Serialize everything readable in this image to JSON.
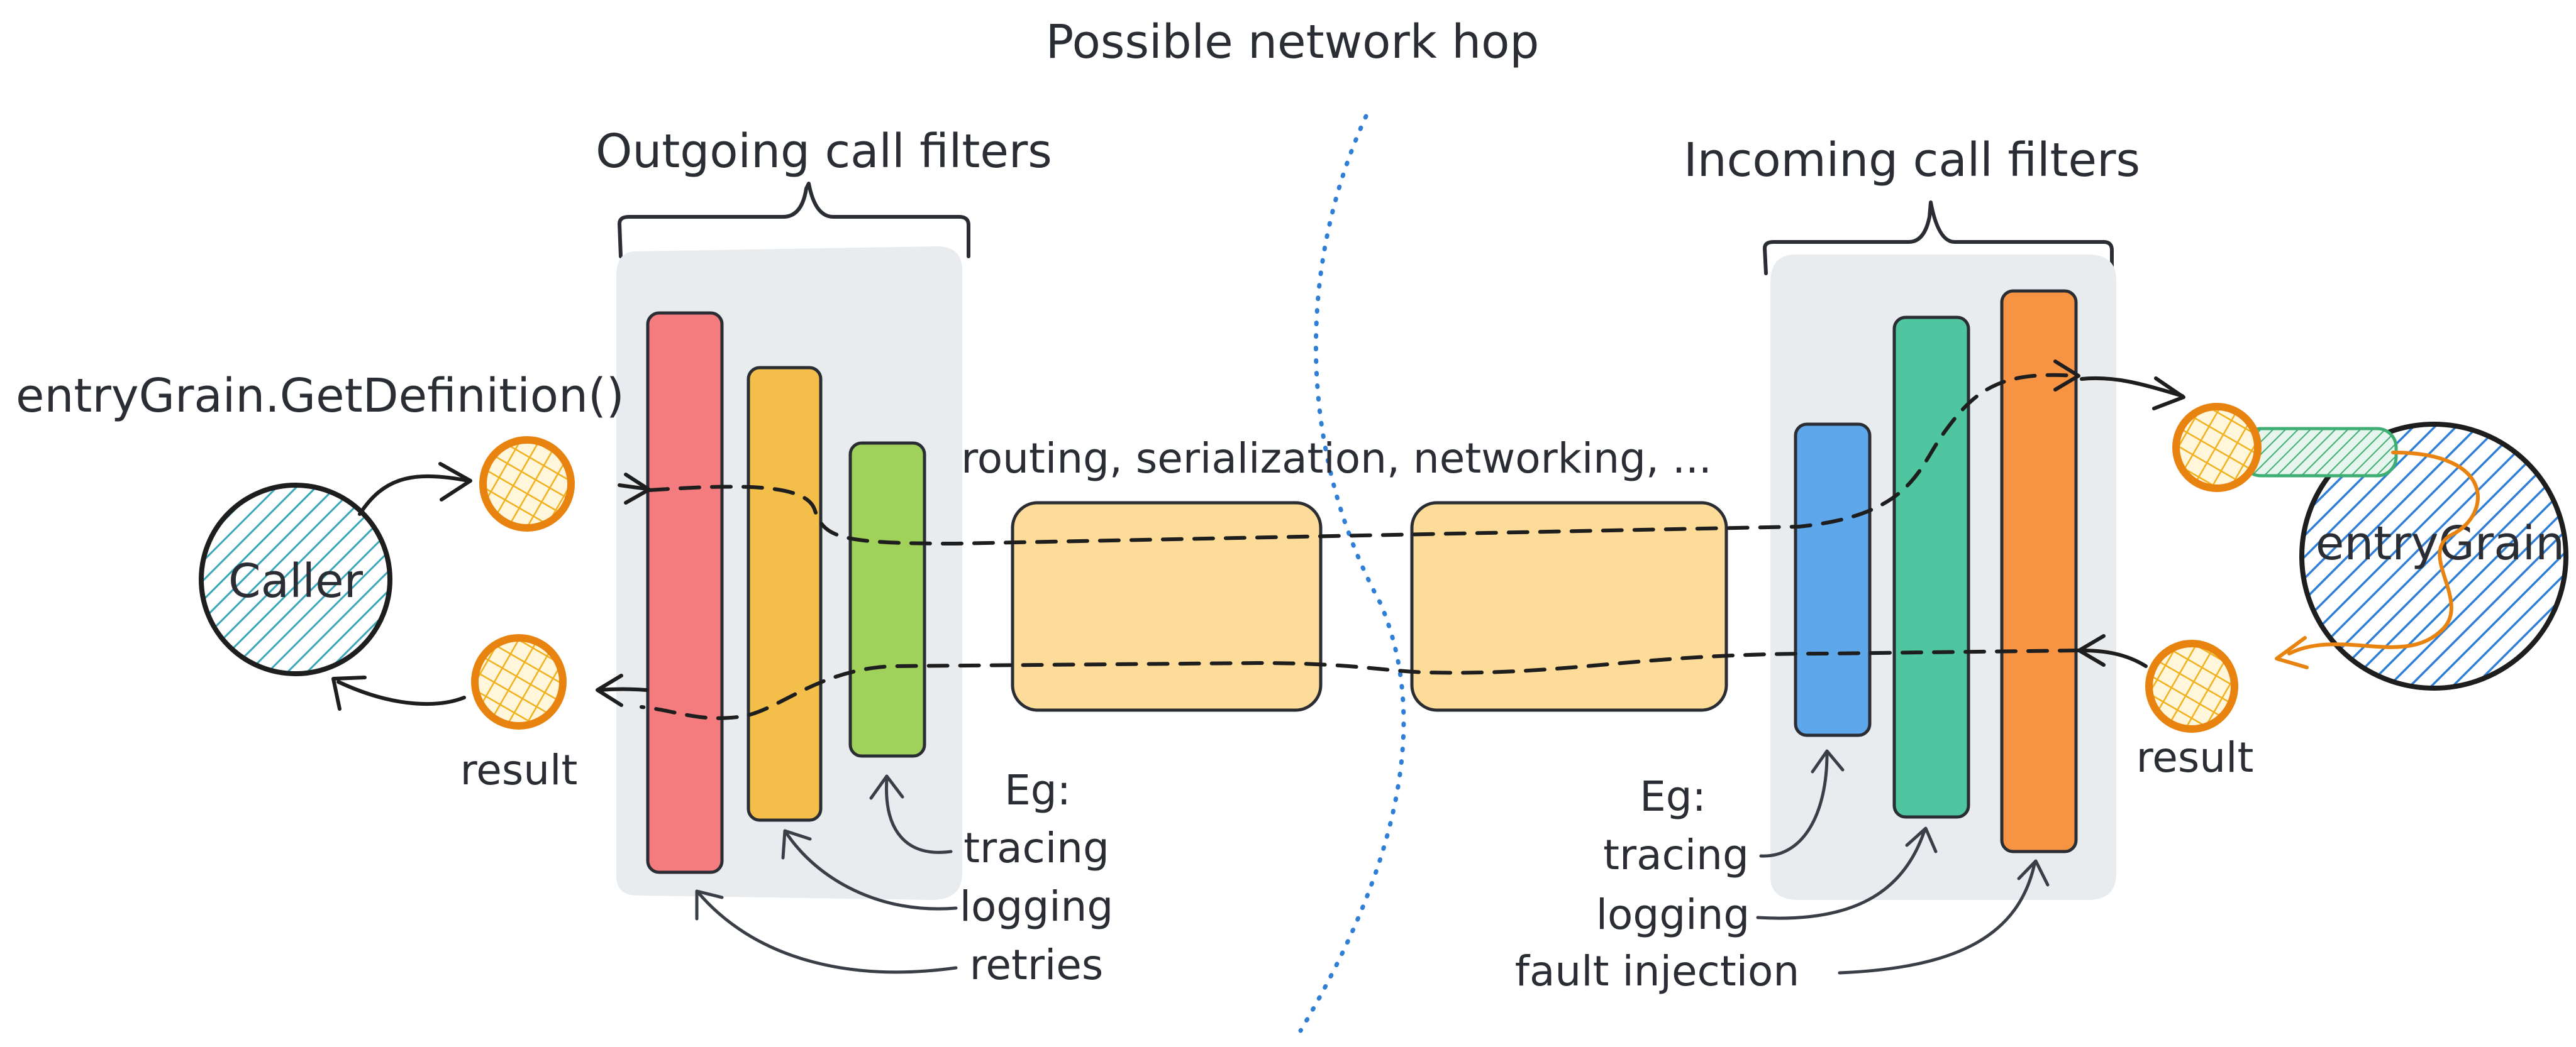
{
  "network_hop_label": "Possible network hop",
  "outgoing": {
    "title": "Outgoing call filters",
    "call_label": "entryGrain.GetDefinition()",
    "caller_label": "Caller",
    "result_label": "result",
    "examples_heading": "Eg:",
    "examples": [
      "tracing",
      "logging",
      "retries"
    ],
    "bar_colors": [
      "#f47c7f",
      "#f4be4b",
      "#9fd15b"
    ]
  },
  "middle": {
    "label": "routing, serialization, networking, ..."
  },
  "incoming": {
    "title": "Incoming call filters",
    "grain_label": "entryGrain",
    "result_label": "result",
    "examples_heading": "Eg:",
    "examples": [
      "tracing",
      "logging",
      "fault injection"
    ],
    "bar_colors": [
      "#5ea7ea",
      "#4fc6a0",
      "#f79443"
    ]
  },
  "colors": {
    "ball": "#e8830f",
    "caller_hatch": "#3aa6b9",
    "grain_hatch": "#2f7fd6",
    "panel": "#e9ecef",
    "box": "#fddc9a"
  }
}
